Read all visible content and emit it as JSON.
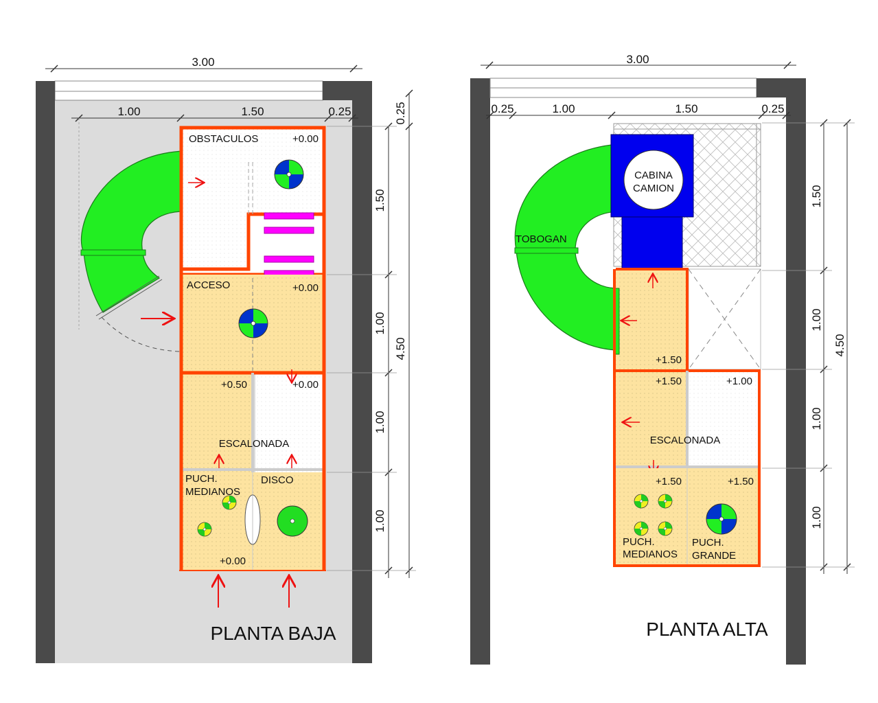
{
  "planta_baja": {
    "title": "PLANTA BAJA",
    "dims": {
      "total_width": "3.00",
      "seg_a": "1.00",
      "seg_b": "1.50",
      "seg_c": "0.25",
      "top_small": "0.25",
      "row1": "1.50",
      "row2": "1.00",
      "row3": "1.00",
      "row4": "1.00",
      "total_height": "4.50"
    },
    "rooms": {
      "obstaculos": "OBSTACULOS",
      "obstaculos_level": "+0.00",
      "acceso": "ACCESO",
      "acceso_level": "+0.00",
      "esc_level_left": "+0.50",
      "esc_level_right": "+0.00",
      "escalonada": "ESCALONADA",
      "puch_1": "PUCH.",
      "puch_2": "MEDIANOS",
      "disco": "DISCO",
      "bottom_level": "+0.00"
    }
  },
  "planta_alta": {
    "title": "PLANTA ALTA",
    "dims": {
      "total_width": "3.00",
      "seg_a": "0.25",
      "seg_b": "1.00",
      "seg_c": "1.50",
      "seg_d": "0.25",
      "row1": "1.50",
      "row2": "1.00",
      "row3": "1.00",
      "row4": "1.00",
      "total_height": "4.50"
    },
    "rooms": {
      "cabina_1": "CABINA",
      "cabina_2": "CAMION",
      "tobogan": "TOBOGAN",
      "level_a": "+1.50",
      "level_b": "+1.50",
      "level_c": "+1.00",
      "escalonada": "ESCALONADA",
      "level_d": "+1.50",
      "level_e": "+1.50",
      "puch_med_1": "PUCH.",
      "puch_med_2": "MEDIANOS",
      "puch_gr_1": "PUCH.",
      "puch_gr_2": "GRANDE"
    }
  },
  "colors": {
    "wall": "#4a4a4a",
    "ground": "#dcdcdc",
    "border": "#ff4400",
    "room_fill": "#fde3a0",
    "slide": "#22ee22",
    "cabin": "#0000ee",
    "accent": "#ff00ff",
    "arrow": "#ee1111"
  }
}
